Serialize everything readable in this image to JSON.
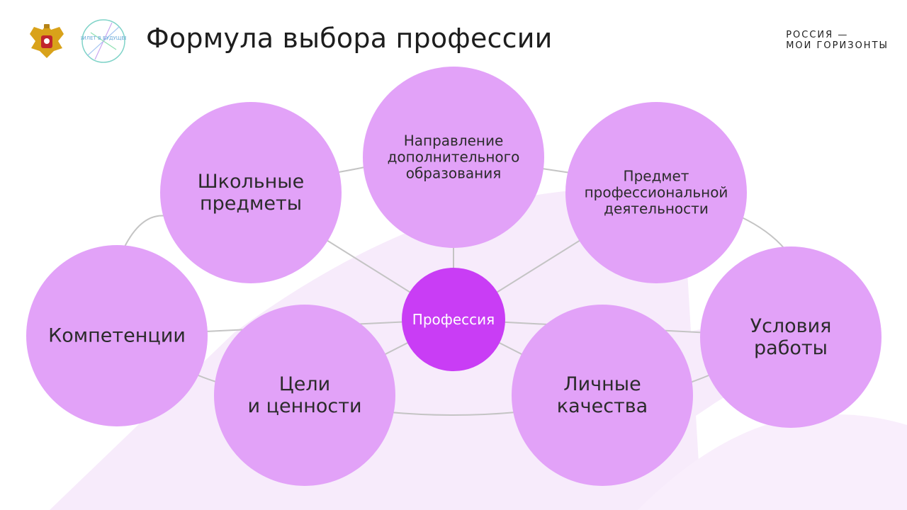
{
  "header": {
    "title": "Формула выбора профессии",
    "brand_line1": "РОССИЯ —",
    "brand_line2": "МОИ ГОРИЗОНТЫ",
    "bilet_logo_text": "БИЛЕТ В БУДУЩЕЕ"
  },
  "colors": {
    "node_fill": "#e2a2f8",
    "center_fill": "#c93df5",
    "connector": "#c4c4c4",
    "ribbon": "#f6e9fb"
  },
  "diagram": {
    "center": {
      "label": "Профессия"
    },
    "nodes": [
      {
        "id": "shkolnye-predmety",
        "label": "Школьные\nпредметы"
      },
      {
        "id": "napravlenie-dop-obrazovaniya",
        "label": "Направление\nдополнительного\nобразования"
      },
      {
        "id": "predmet-prof-deyatelnosti",
        "label": "Предмет\nпрофессиональной\nдеятельности"
      },
      {
        "id": "kompetentsii",
        "label": "Компетенции"
      },
      {
        "id": "tseli-i-tsennosti",
        "label": "Цели\nи ценности"
      },
      {
        "id": "lichnye-kachestva",
        "label": "Личные\nкачества"
      },
      {
        "id": "usloviya-raboty",
        "label": "Условия\nработы"
      }
    ]
  }
}
